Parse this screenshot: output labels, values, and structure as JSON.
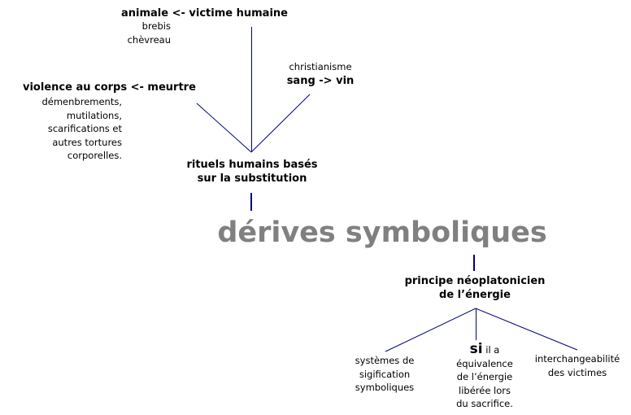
{
  "colors": {
    "line": "#000080",
    "title": "#808080"
  },
  "nodes": {
    "animale": {
      "title": "animale <- victime humaine",
      "lines": [
        "brebis",
        "chèvreau"
      ]
    },
    "christianisme": {
      "subtitle": "christianisme",
      "title": "sang -> vin"
    },
    "violence": {
      "title": "violence au corps <- meurtre",
      "lines": [
        "démenbrements,",
        "mutilations,",
        "scarifications et",
        "autres tortures",
        "corporelles."
      ]
    },
    "rituels": {
      "lines": [
        "rituels humains basés",
        "sur la substitution"
      ]
    },
    "central": {
      "title": "dérives symboliques"
    },
    "principe": {
      "lines": [
        "principe néoplatonicien",
        "de l’énergie"
      ]
    },
    "systemes": {
      "lines": [
        "systèmes de",
        "sigification",
        "symboliques"
      ]
    },
    "si": {
      "keyword": "si",
      "first_rest": " il a",
      "lines": [
        "équivalence",
        "de l’énergie",
        "libérée lors",
        "du sacrifice."
      ]
    },
    "interchangeabilite": {
      "lines": [
        "interchangeabilité",
        "des victimes"
      ]
    }
  }
}
